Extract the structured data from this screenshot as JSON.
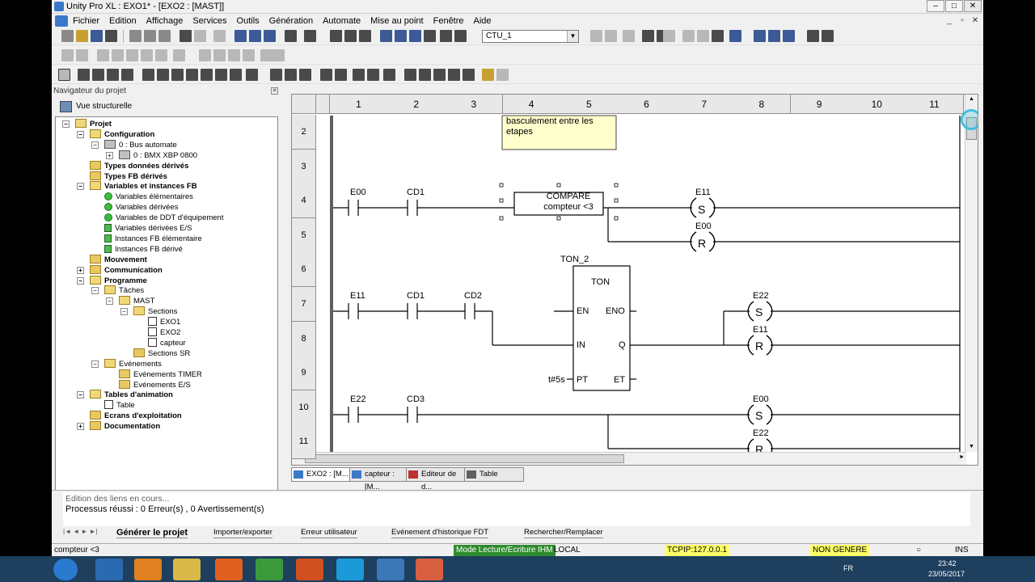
{
  "window": {
    "title": "Unity Pro XL : EXO1* - [EXO2 : [MAST]]"
  },
  "menu": [
    "Fichier",
    "Edition",
    "Affichage",
    "Services",
    "Outils",
    "Génération",
    "Automate",
    "Mise au point",
    "Fenêtre",
    "Aide"
  ],
  "toolbar": {
    "combo_value": "CTU_1"
  },
  "navigator": {
    "header": "Navigateur du projet",
    "view_label": "Vue structurelle",
    "tree": [
      {
        "label": "Projet",
        "bold": true
      },
      {
        "label": "Configuration",
        "bold": true
      },
      {
        "label": "0 : Bus automate",
        "bold": false
      },
      {
        "label": "0 : BMX XBP 0800",
        "bold": false
      },
      {
        "label": "Types données dérivés",
        "bold": true
      },
      {
        "label": "Types FB dérivés",
        "bold": true
      },
      {
        "label": "Variables et instances FB",
        "bold": true
      },
      {
        "label": "Variables élémentaires",
        "bold": false
      },
      {
        "label": "Variables dérivées",
        "bold": false
      },
      {
        "label": "Variables de DDT d'équipement",
        "bold": false
      },
      {
        "label": "Variables dérivées E/S",
        "bold": false
      },
      {
        "label": "Instances FB élémentaire",
        "bold": false
      },
      {
        "label": "Instances FB dérivé",
        "bold": false
      },
      {
        "label": "Mouvement",
        "bold": true
      },
      {
        "label": "Communication",
        "bold": true
      },
      {
        "label": "Programme",
        "bold": true
      },
      {
        "label": "Tâches",
        "bold": false
      },
      {
        "label": "MAST",
        "bold": false
      },
      {
        "label": "Sections",
        "bold": false
      },
      {
        "label": "EXO1",
        "bold": false
      },
      {
        "label": "EXO2",
        "bold": false
      },
      {
        "label": "capteur",
        "bold": false
      },
      {
        "label": "Sections SR",
        "bold": false
      },
      {
        "label": "Evénements",
        "bold": false
      },
      {
        "label": "Evénements TIMER",
        "bold": false
      },
      {
        "label": "Evénements E/S",
        "bold": false
      },
      {
        "label": "Tables d'animation",
        "bold": true
      },
      {
        "label": "Table",
        "bold": false
      },
      {
        "label": "Ecrans d'exploitation",
        "bold": true
      },
      {
        "label": "Documentation",
        "bold": true
      }
    ]
  },
  "editor": {
    "columns": [
      "1",
      "2",
      "3",
      "4",
      "5",
      "6",
      "7",
      "8",
      "9",
      "10",
      "11"
    ],
    "rows": [
      "2",
      "3",
      "4",
      "5",
      "6",
      "7",
      "8",
      "9",
      "10",
      "11"
    ],
    "comment": [
      "basculement entre les",
      "etapes"
    ],
    "compare": {
      "title": "COMPARE",
      "expr": "compteur <3"
    },
    "contacts": [
      "E00",
      "CD1",
      "E11",
      "CD1",
      "CD2",
      "E22",
      "CD3"
    ],
    "coils": [
      {
        "var": "E11",
        "type": "S"
      },
      {
        "var": "E00",
        "type": "R"
      },
      {
        "var": "E22",
        "type": "S"
      },
      {
        "var": "E11",
        "type": "R"
      },
      {
        "var": "E00",
        "type": "S"
      },
      {
        "var": "E22",
        "type": "R"
      }
    ],
    "timer": {
      "instance": "TON_2",
      "type": "TON",
      "pins_in": [
        "EN",
        "IN",
        "PT"
      ],
      "pins_out": [
        "ENO",
        "Q",
        "ET"
      ],
      "pt_value": "t#5s"
    }
  },
  "tabs": [
    "EXO2 : [M...",
    "capteur : [M...",
    "Editeur de d...",
    "Table"
  ],
  "output": {
    "line1": "Edition des liens en cours...",
    "line2": "Processus réussi  : 0 Erreur(s) , 0 Avertissement(s)"
  },
  "output_tabs": [
    "Générer le projet",
    "Importer/exporter",
    "Erreur utilisateur",
    "Evénement d'historique FDT",
    "Rechercher/Remplacer"
  ],
  "statusbar": {
    "left": "compteur <3",
    "mode": "Mode Lecture/Ecriture IHM",
    "local": "LOCAL",
    "addr": "TCPIP:127.0.0.1",
    "gen": "NON GENERE",
    "ins": "INS"
  },
  "taskbar": {
    "lang": "FR",
    "time": "23:42",
    "date": "23/05/2017"
  },
  "colors": {
    "mode_bg": "#2e8b2e",
    "addr_bg": "#ffff66",
    "gen_bg": "#ffff66",
    "comment_bg": "#ffffcc",
    "taskbar": "#1e3f5e"
  }
}
